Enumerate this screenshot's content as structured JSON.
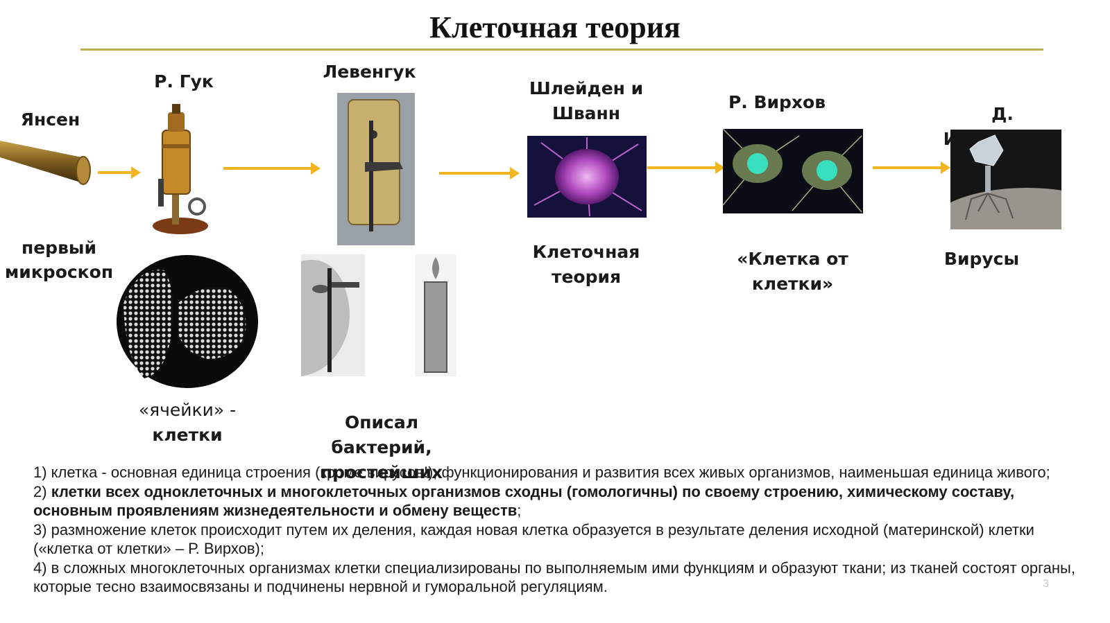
{
  "title": "Клеточная теория",
  "timeline": {
    "jansen": {
      "name": "Янсен",
      "caption": "первый микроскоп"
    },
    "hooke": {
      "name": "Р. Гук",
      "caption_line1": "«ячейки» -",
      "caption_line2": "клетки"
    },
    "leeuwenhoek": {
      "name": "Левенгук",
      "caption_line1": "Описал",
      "caption_line2": "бактерий, простейших"
    },
    "schleiden": {
      "name_line1": "Шлейден и",
      "name_line2": "Шванн",
      "caption": "Клеточная теория"
    },
    "virchow": {
      "name": "Р. Вирхов",
      "caption": "«Клетка от клетки»"
    },
    "ivanovsky": {
      "name": "Д. Ивановский",
      "caption": "Вирусы"
    }
  },
  "points": {
    "p1": "1) клетка - основная единица строения (кроме вирусов!), функционирования и развития всех живых организмов, наименьшая единица живого;",
    "p2_prefix": "2) ",
    "p2_bold": "клетки всех одноклеточных и многоклеточных организмов сходны (гомологичны) по своему строению, химическому составу, основным проявлениям жизнедеятельности и обмену веществ",
    "p2_suffix": ";",
    "p3": "3) размножение клеток происходит путем их деления, каждая новая клетка образуется в результате деления исходной (материнской) клетки («клетка от клетки» – Р. Вирхов);",
    "p4": "4) в сложных многоклеточных организмах клетки специализированы по выполняемым ими функциям и образуют ткани; из тканей состоят органы, которые тесно взаимосвязаны и подчинены нервной и гуморальной регуляциям."
  },
  "page_number": "3",
  "colors": {
    "rule": "#b8b04a",
    "arrow": "#f2b520"
  }
}
